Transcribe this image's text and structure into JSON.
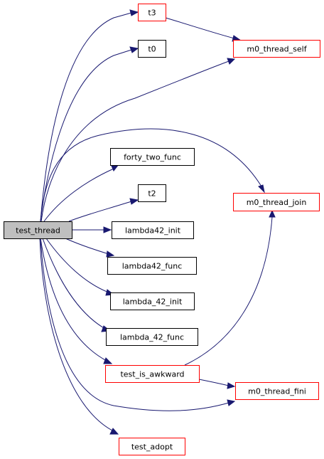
{
  "graph": {
    "colors": {
      "edge": "#191970",
      "root_fill": "#bfbfbf",
      "root_border": "#000000",
      "black_border": "#000000",
      "red_border": "#ff0000"
    },
    "nodes": {
      "test_thread": {
        "label": "test_thread",
        "style": "root"
      },
      "t3": {
        "label": "t3",
        "style": "red"
      },
      "t0": {
        "label": "t0",
        "style": "black"
      },
      "m0_thread_self": {
        "label": "m0_thread_self",
        "style": "red"
      },
      "forty_two_func": {
        "label": "forty_two_func",
        "style": "black"
      },
      "t2": {
        "label": "t2",
        "style": "black"
      },
      "m0_thread_join": {
        "label": "m0_thread_join",
        "style": "red"
      },
      "lambda42_init": {
        "label": "lambda42_init",
        "style": "black"
      },
      "lambda42_func": {
        "label": "lambda42_func",
        "style": "black"
      },
      "lambda_42_init": {
        "label": "lambda_42_init",
        "style": "black"
      },
      "lambda_42_func": {
        "label": "lambda_42_func",
        "style": "black"
      },
      "test_is_awkward": {
        "label": "test_is_awkward",
        "style": "red"
      },
      "m0_thread_fini": {
        "label": "m0_thread_fini",
        "style": "red"
      },
      "test_adopt": {
        "label": "test_adopt",
        "style": "red"
      }
    },
    "edges": [
      {
        "from": "test_thread",
        "to": "t3"
      },
      {
        "from": "test_thread",
        "to": "t0"
      },
      {
        "from": "test_thread",
        "to": "m0_thread_self"
      },
      {
        "from": "test_thread",
        "to": "forty_two_func"
      },
      {
        "from": "test_thread",
        "to": "t2"
      },
      {
        "from": "test_thread",
        "to": "m0_thread_join"
      },
      {
        "from": "test_thread",
        "to": "lambda42_init"
      },
      {
        "from": "test_thread",
        "to": "lambda42_func"
      },
      {
        "from": "test_thread",
        "to": "lambda_42_init"
      },
      {
        "from": "test_thread",
        "to": "lambda_42_func"
      },
      {
        "from": "test_thread",
        "to": "test_is_awkward"
      },
      {
        "from": "test_thread",
        "to": "m0_thread_fini"
      },
      {
        "from": "test_thread",
        "to": "test_adopt"
      },
      {
        "from": "t3",
        "to": "m0_thread_self"
      },
      {
        "from": "test_is_awkward",
        "to": "m0_thread_join"
      },
      {
        "from": "test_is_awkward",
        "to": "m0_thread_fini"
      }
    ]
  }
}
